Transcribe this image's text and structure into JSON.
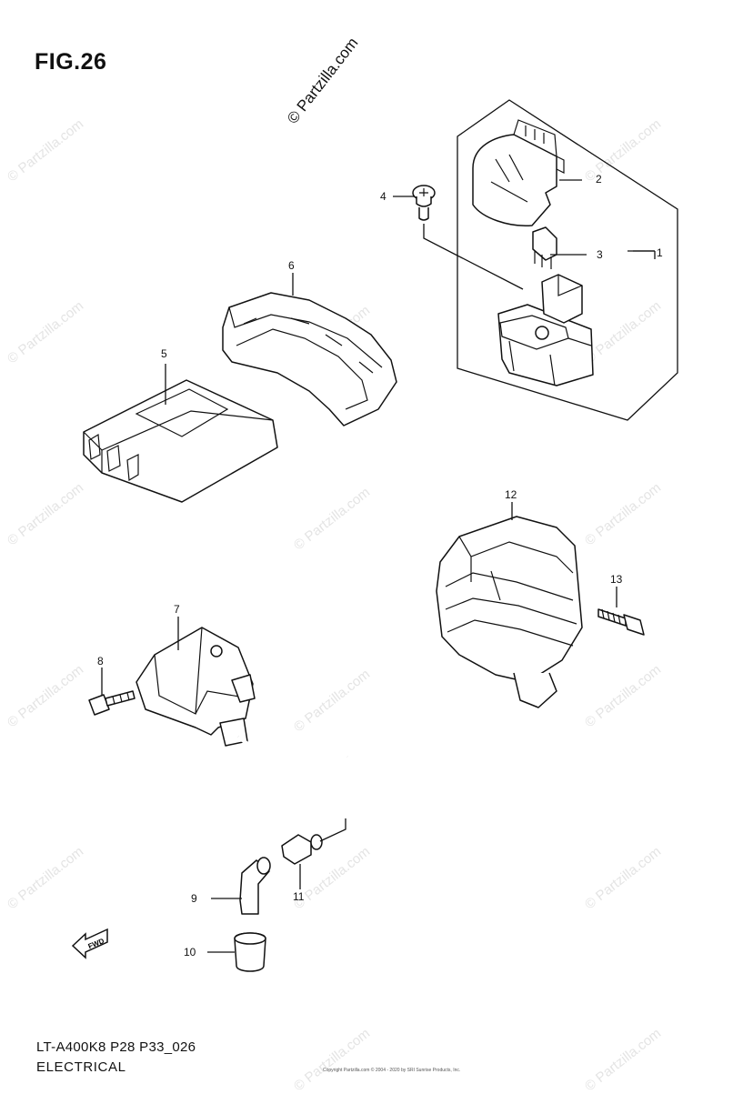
{
  "figure": {
    "title": "FIG.26"
  },
  "brand": "© Partzilla.com",
  "watermark": "© Partzilla.com",
  "footer": {
    "code": "LT-A400K8 P28 P33_026",
    "section": "ELECTRICAL",
    "copyright": "Copyright Partzilla.com © 2004 - 2020 by SRI Sunrise Products, Inc."
  },
  "fwd_arrow": "FWD",
  "callouts": [
    {
      "id": "1",
      "label": "1"
    },
    {
      "id": "2",
      "label": "2"
    },
    {
      "id": "3",
      "label": "3"
    },
    {
      "id": "4",
      "label": "4"
    },
    {
      "id": "5",
      "label": "5"
    },
    {
      "id": "6",
      "label": "6"
    },
    {
      "id": "7",
      "label": "7"
    },
    {
      "id": "8",
      "label": "8"
    },
    {
      "id": "9",
      "label": "9"
    },
    {
      "id": "10",
      "label": "10"
    },
    {
      "id": "11",
      "label": "11"
    },
    {
      "id": "12",
      "label": "12"
    },
    {
      "id": "13",
      "label": "13"
    }
  ]
}
